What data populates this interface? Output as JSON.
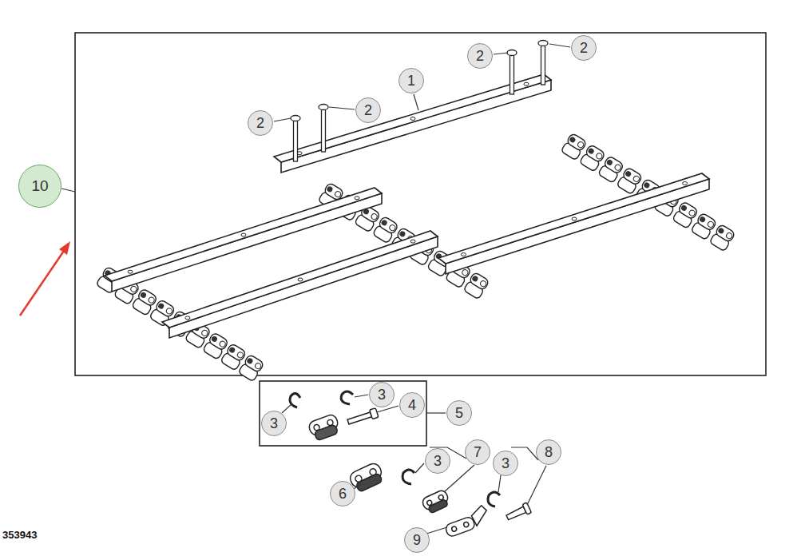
{
  "diagram": {
    "labels": [
      "2",
      "2",
      "1",
      "2",
      "2",
      "10",
      "3",
      "4",
      "5",
      "3",
      "7",
      "8",
      "3",
      "3",
      "6",
      "9",
      "353943"
    ]
  }
}
